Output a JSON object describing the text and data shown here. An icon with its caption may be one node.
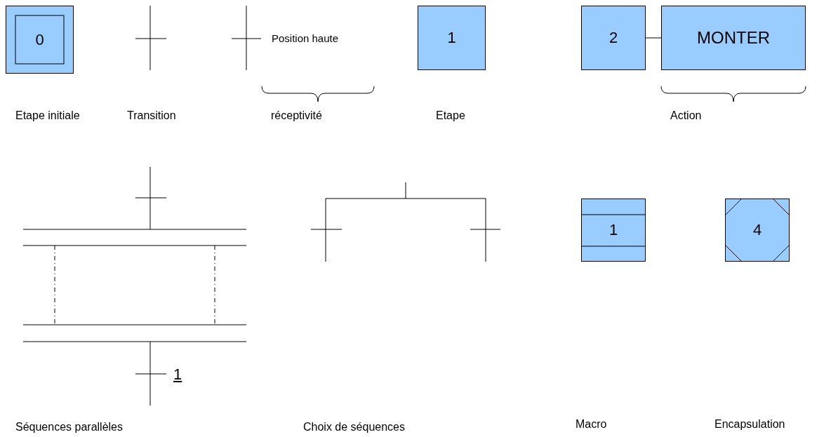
{
  "diagram": {
    "nodes": [
      {
        "text": [
          "0"
        ]
      },
      {
        "text": [
          "1"
        ]
      },
      {
        "text": [
          "2"
        ]
      },
      {
        "text": [
          "MONTER"
        ]
      },
      {
        "text": [
          "1"
        ]
      },
      {
        "text": [
          "4"
        ]
      }
    ],
    "edges": [
      {
        "from": 2,
        "to": 3,
        "arrow": "none"
      }
    ],
    "labels": [
      "Position haute",
      "Etape initiale",
      "Transition",
      "réceptivité",
      "Etape",
      "Action",
      "1",
      "Séquences parallèles",
      "Choix de séquences",
      "Macro",
      "Encapsulation"
    ]
  }
}
